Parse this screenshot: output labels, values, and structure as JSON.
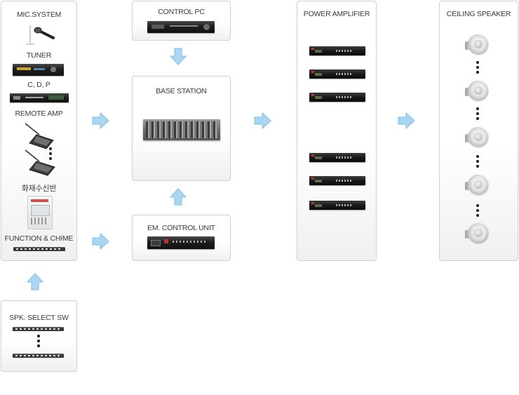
{
  "colors": {
    "arrow_fill": "#a9d6f1",
    "arrow_stroke": "#7dbce3",
    "box_border": "#cfcfcf"
  },
  "input_column": {
    "items": [
      {
        "label": "MIC.SYSTEM",
        "icon": "microphone-icon"
      },
      {
        "label": "TUNER",
        "icon": "tuner-unit-icon"
      },
      {
        "label": "C, D, P",
        "icon": "cd-player-icon"
      },
      {
        "label": "REMOTE AMP",
        "icon": "remote-paging-mic-icon"
      },
      {
        "label": "화재수신반",
        "icon": "fire-alarm-receiver-icon"
      },
      {
        "label": "FUNCTION & CHIME",
        "icon": "chime-unit-icon"
      }
    ]
  },
  "speaker_select": {
    "label": "SPK. SELECT SW",
    "icon": "selector-switch-icon"
  },
  "control_pc": {
    "label": "CONTROL PC",
    "icon": "control-pc-unit-icon"
  },
  "base_station": {
    "label": "BASE STATION",
    "icon": "base-station-rack-icon"
  },
  "em_control": {
    "label": "EM. CONTROL UNIT",
    "icon": "emergency-control-unit-icon"
  },
  "power_amplifier": {
    "label": "POWER AMPLIFIER",
    "icon": "power-amplifier-icon",
    "unit_count": 6
  },
  "ceiling_speaker": {
    "label": "CEILING SPEAKER",
    "icon": "ceiling-speaker-icon",
    "unit_count": 5
  }
}
